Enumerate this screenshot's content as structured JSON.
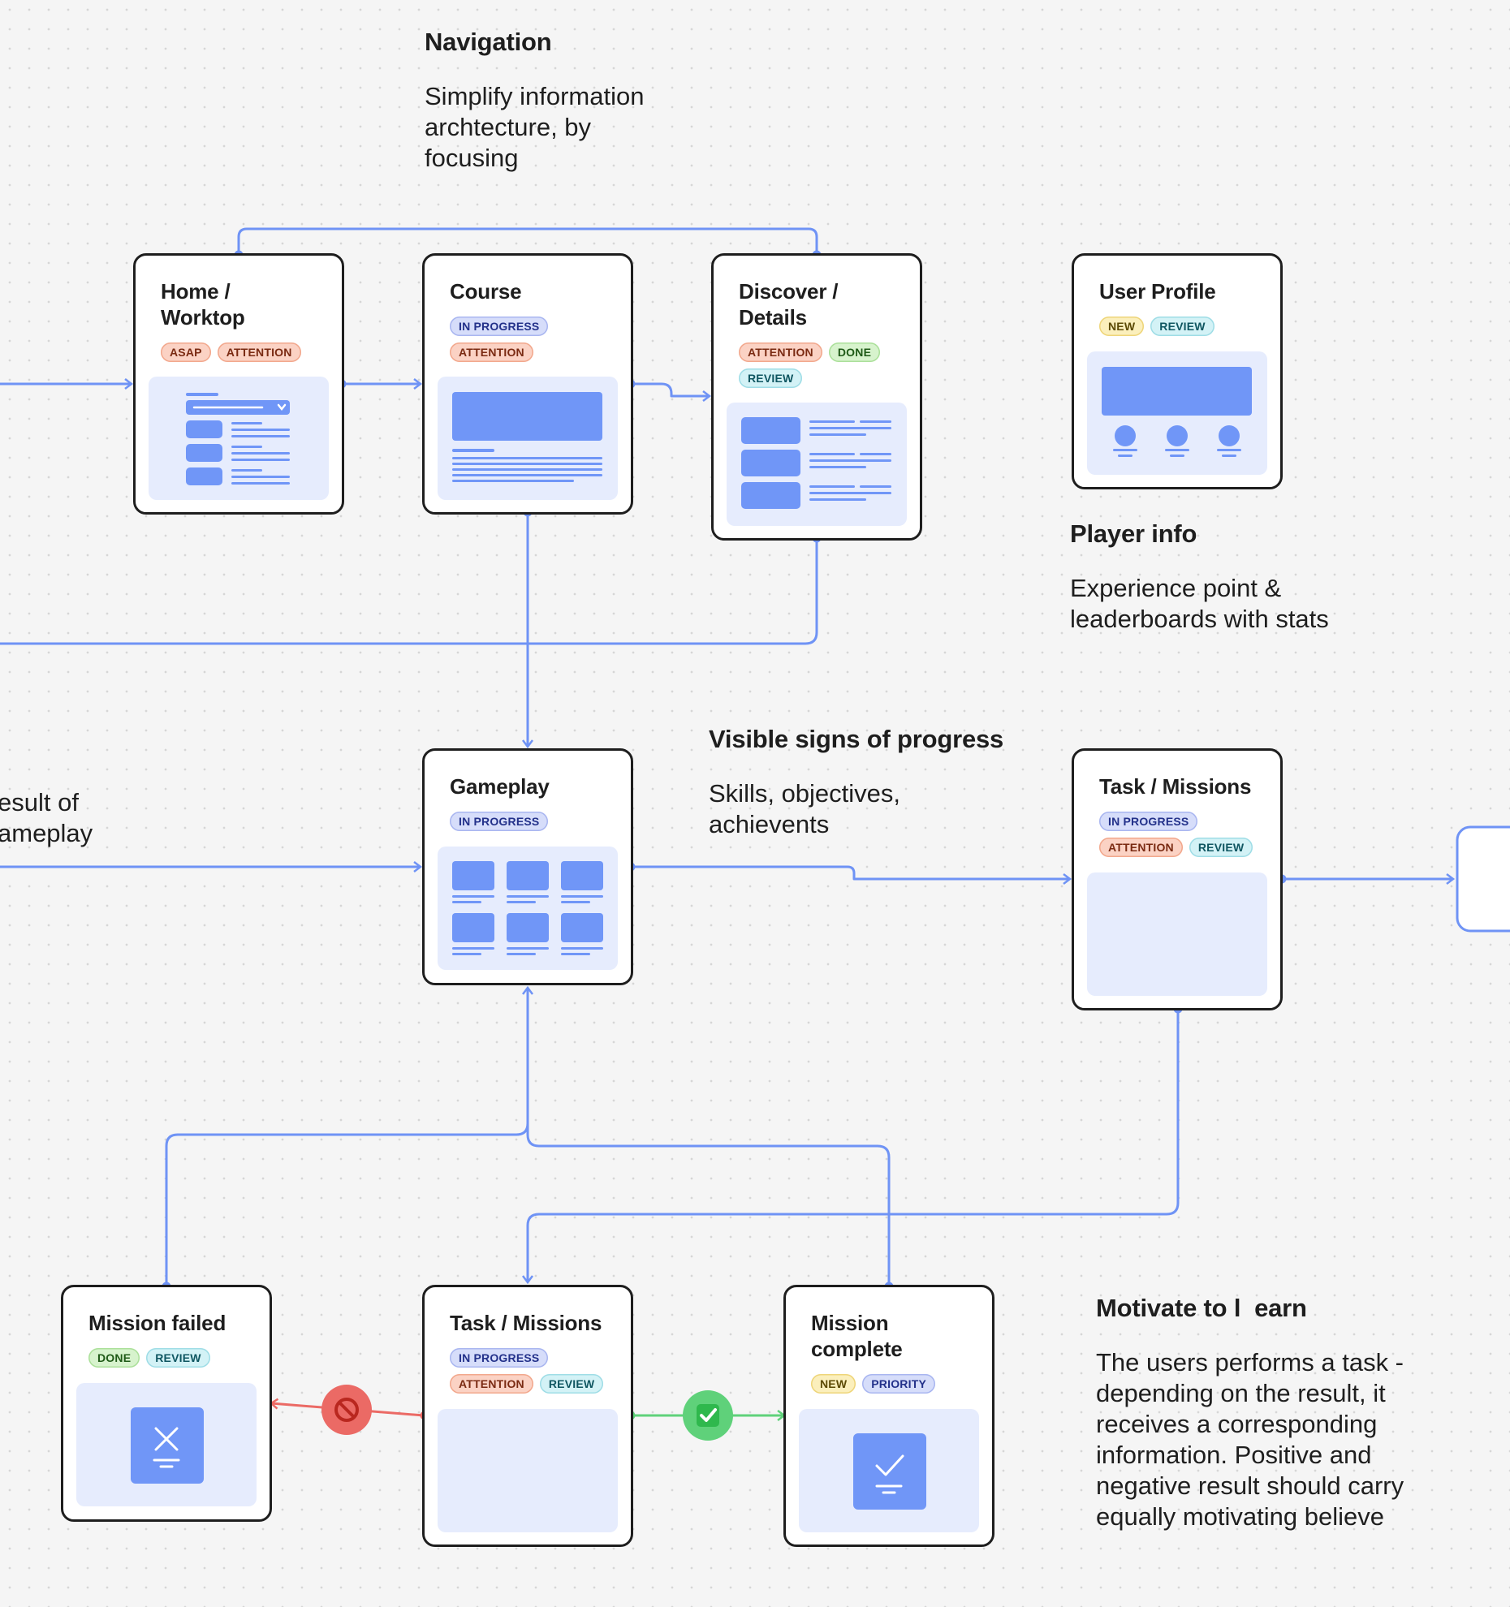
{
  "notes": {
    "navigation": {
      "title": "Navigation",
      "body": [
        "Simplify information",
        "archtecture, by",
        "focusing"
      ]
    },
    "player_info": {
      "title": "Player info",
      "body": [
        "Experience point &",
        "leaderboards with stats"
      ]
    },
    "progress": {
      "title": "Visible signs of progress",
      "body": [
        "Skills, objectives,",
        "achievents"
      ]
    },
    "gameplay_result": {
      "body": [
        "esult of",
        "ameplay"
      ]
    },
    "motivate": {
      "title": "Motivate to l  earn",
      "body": [
        "The users performs a task -",
        "depending on the result, it",
        "receives a corresponding",
        "information. Positive and",
        "negative result should carry",
        "equally motivating believe"
      ]
    }
  },
  "cards": {
    "home": {
      "title": [
        "Home /",
        "Worktop"
      ],
      "tags": [
        "ASAP",
        "ATTENTION"
      ]
    },
    "course": {
      "title": [
        "Course"
      ],
      "tags": [
        "IN PROGRESS",
        "ATTENTION"
      ]
    },
    "discover": {
      "title": [
        "Discover /",
        "Details"
      ],
      "tags": [
        "ATTENTION",
        "DONE",
        "REVIEW"
      ]
    },
    "profile": {
      "title": [
        "User Profile"
      ],
      "tags": [
        "NEW",
        "REVIEW"
      ]
    },
    "gameplay": {
      "title": [
        "Gameplay"
      ],
      "tags": [
        "IN PROGRESS"
      ]
    },
    "task_right": {
      "title": [
        "Task / Missions"
      ],
      "tags": [
        "IN PROGRESS",
        "ATTENTION",
        "REVIEW"
      ]
    },
    "mission_failed": {
      "title": [
        "Mission failed"
      ],
      "tags": [
        "DONE",
        "REVIEW"
      ]
    },
    "task_bottom": {
      "title": [
        "Task / Missions"
      ],
      "tags": [
        "IN PROGRESS",
        "ATTENTION",
        "REVIEW"
      ]
    },
    "mission_complete": {
      "title": [
        "Mission",
        "complete"
      ],
      "tags": [
        "NEW",
        "PRIORITY"
      ]
    }
  },
  "icons": {
    "fail": "prohibited-icon",
    "success": "check-mark-icon",
    "failed_thumb": "x-icon",
    "complete_thumb": "check-icon"
  },
  "colors": {
    "connector": "#6f93f5",
    "wireframe": "#7096f7",
    "thumb_bg": "#e6ecfd",
    "fail": "#eb6a65",
    "success": "#5fd17a",
    "card_border": "#1e1e1e"
  }
}
